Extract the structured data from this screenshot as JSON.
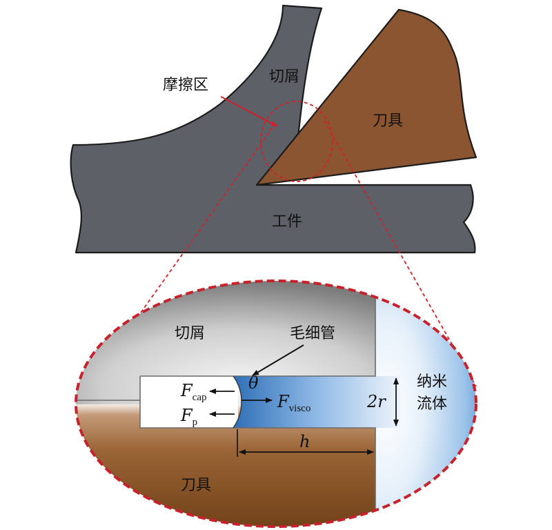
{
  "top": {
    "chip_label": "切屑",
    "tool_label": "刀具",
    "workpiece_label": "工件",
    "friction_zone_label": "摩擦区"
  },
  "detail": {
    "chip_label": "切屑",
    "tool_label": "刀具",
    "capillary_label": "毛细管",
    "nanofluid_line1": "纳米",
    "nanofluid_line2": "流体",
    "f_cap_symbol": "F",
    "f_cap_sub": "cap",
    "f_p_symbol": "F",
    "f_p_sub": "p",
    "f_visco_symbol": "F",
    "f_visco_sub": "visco",
    "theta": "θ",
    "radius_label": "2r",
    "length_label": "h"
  },
  "colors": {
    "metal_gray": "#5e6068",
    "tool_brown": "#8a5530",
    "fluid_blue": "#5b9bd5",
    "zone_red": "#d42027"
  }
}
